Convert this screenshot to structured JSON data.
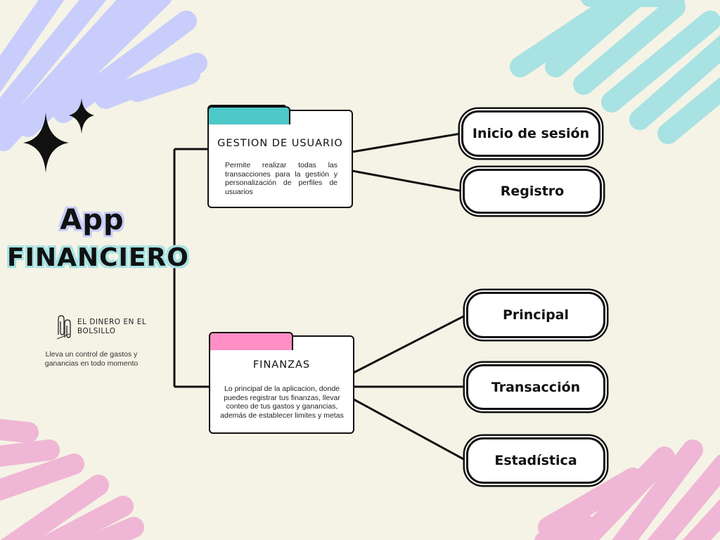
{
  "title": {
    "line1": "App",
    "line2": "FINANCIERO"
  },
  "brand": {
    "name": "EL DINERO EN EL BOLSILLO",
    "description": "Lleva un control de gastos y ganancias en todo momento",
    "icon": "paperclip-icon"
  },
  "nodes": [
    {
      "id": "gestion",
      "title": "GESTION DE USUARIO",
      "description": "Permite realizar todas las transacciones para la gestión y personalización de perfiles de usuarios",
      "tab_color": "#4dc9c9",
      "children": [
        "Inicio de sesión",
        "Registro"
      ]
    },
    {
      "id": "finanzas",
      "title": "FINANZAS",
      "description": "Lo principal de la aplicacion, donde puedes registrar tus finanzas, llevar conteo de tus gastos y ganancias, además de establecer limites y metas",
      "tab_color": "#ff8fc4",
      "children": [
        "Principal",
        "Transacción",
        "Estadística"
      ]
    }
  ],
  "colors": {
    "background": "#f5f3e6",
    "scribble_purple": "#c9cdfb",
    "scribble_teal": "#a8e2e3",
    "scribble_pink": "#f0b6d5",
    "lines": "#111111"
  },
  "decorations": [
    "sparkle-icon",
    "sparkle-icon"
  ]
}
